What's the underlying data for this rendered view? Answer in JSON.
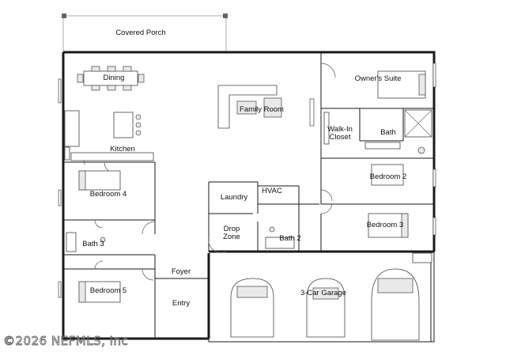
{
  "floor_plan": {
    "rooms": {
      "covered_porch": "Covered Porch",
      "dining": "Dining",
      "family_room": "Family Room",
      "owners_suite": "Owner's Suite",
      "walk_in_closet_line1": "Walk-In",
      "walk_in_closet_line2": "Closet",
      "owners_bath": "Bath",
      "kitchen": "Kitchen",
      "bedroom_2": "Bedroom 2",
      "bedroom_3": "Bedroom 3",
      "bedroom_4": "Bedroom 4",
      "bedroom_5": "Bedroom 5",
      "laundry": "Laundry",
      "hvac": "HVAC",
      "drop_zone_line1": "Drop",
      "drop_zone_line2": "Zone",
      "bath_2": "Bath 2",
      "bath_3": "Bath 3",
      "foyer": "Foyer",
      "entry": "Entry",
      "garage": "3-Car Garage"
    },
    "watermark": "©2026 NEFMLS, Inc"
  }
}
